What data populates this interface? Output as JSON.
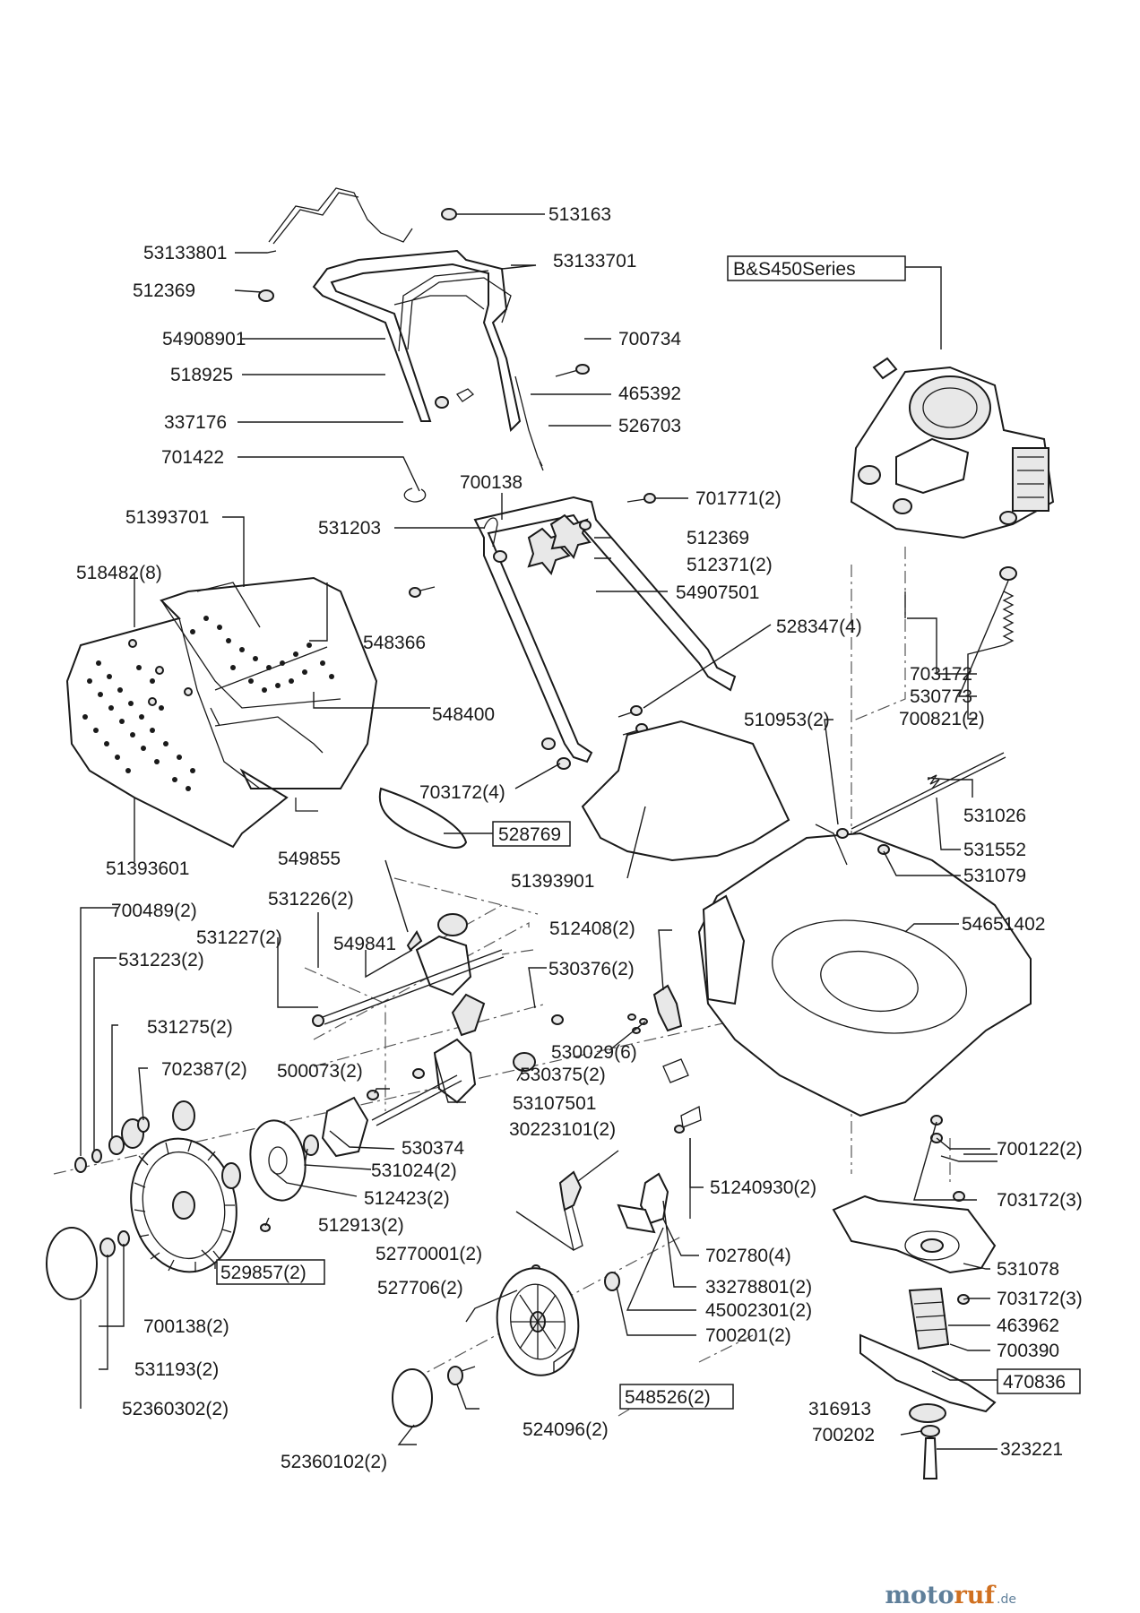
{
  "diagram": {
    "labels": {
      "p513163": "513163",
      "p53133801": "53133801",
      "p53133701": "53133701",
      "p512369a": "512369",
      "p54908901": "54908901",
      "p700734": "700734",
      "p518925": "518925",
      "p465392": "465392",
      "p337176": "337176",
      "p526703": "526703",
      "p701422": "701422",
      "p700138a": "700138",
      "p701771": "701771(2)",
      "p51393701": "51393701",
      "p531203": "531203",
      "p512369b": "512369",
      "p512371": "512371(2)",
      "p518482": "518482(8)",
      "p54907501": "54907501",
      "p548366": "548366",
      "p528347": "528347(4)",
      "p548400": "548400",
      "p703172_4": "703172(4)",
      "p51393601": "51393601",
      "p528769": "528769",
      "p549855": "549855",
      "p51393901": "51393901",
      "p700489": "700489(2)",
      "p531226": "531226(2)",
      "p531227": "531227(2)",
      "p549841": "549841",
      "p531223": "531223(2)",
      "p512408": "512408(2)",
      "p530376": "530376(2)",
      "p531275": "531275(2)",
      "p530029": "530029(6)",
      "p702387": "702387(2)",
      "p500073": "500073(2)",
      "p530375": "530375(2)",
      "p53107501": "53107501",
      "p30223101": "30223101(2)",
      "p530374": "530374",
      "p531024": "531024(2)",
      "p512423": "512423(2)",
      "p512913": "512913(2)",
      "p52770001": "52770001(2)",
      "p529857": "529857(2)",
      "p527706": "527706(2)",
      "p700138b": "700138(2)",
      "p531193": "531193(2)",
      "p52360302": "52360302(2)",
      "p548526": "548526(2)",
      "p524096": "524096(2)",
      "p52360102": "52360102(2)",
      "p51240930": "51240930(2)",
      "p702780": "702780(4)",
      "p33278801": "33278801(2)",
      "p45002301": "45002301(2)",
      "p700201": "700201(2)",
      "pbs": "B&S450Series",
      "p703172": "703172",
      "p530773": "530773",
      "p700821": "700821(2)",
      "p510953": "510953(2)",
      "p531026": "531026",
      "p531552": "531552",
      "p531079": "531079",
      "p54651402": "54651402",
      "p700122": "700122(2)",
      "p703172_3a": "703172(3)",
      "p531078": "531078",
      "p703172_3b": "703172(3)",
      "p463962": "463962",
      "p700390": "700390",
      "p470836": "470836",
      "p316913": "316913",
      "p700202": "700202",
      "p323221": "323221"
    }
  },
  "watermark": {
    "part1": "moto",
    "part2": "ruf",
    "suffix": ".de"
  }
}
